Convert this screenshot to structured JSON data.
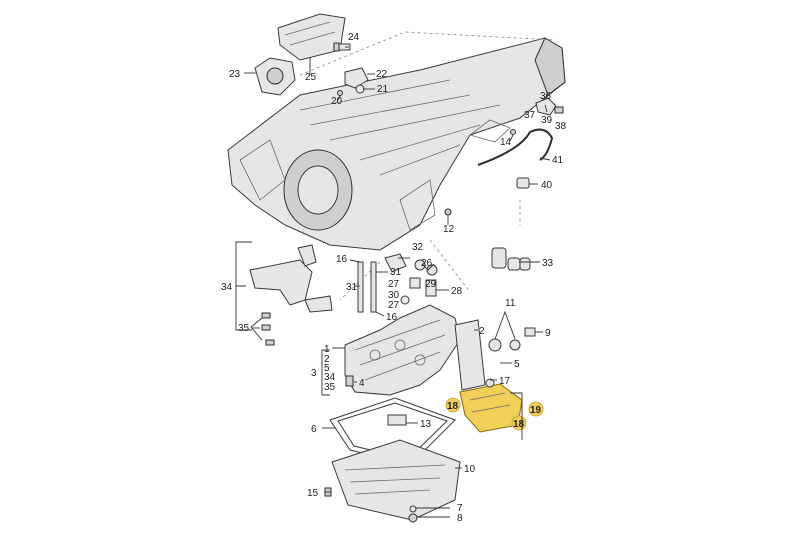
{
  "colors": {
    "highlight": "#f2cf57",
    "part_fill": "#e6e6e6",
    "outline": "#3a3a3a"
  },
  "callouts": {
    "c1": "1",
    "c2": "2",
    "c2b": "2",
    "c3": "3",
    "c4": "4",
    "c5": "5",
    "c5b": "5",
    "c6": "6",
    "c7": "7",
    "c8": "8",
    "c9": "9",
    "c10": "10",
    "c11": "11",
    "c12": "12",
    "c13": "13",
    "c14": "14",
    "c15": "15",
    "c16a": "16",
    "c16b": "16",
    "c17": "17",
    "c18a": "18",
    "c18b": "18",
    "c19": "19",
    "c20": "20",
    "c21": "21",
    "c22": "22",
    "c23": "23",
    "c24": "24",
    "c25": "25",
    "c26": "26",
    "c27a": "27",
    "c27b": "27",
    "c28": "28",
    "c29": "29",
    "c30": "30",
    "c31a": "31",
    "c31b": "31",
    "c32": "32",
    "c33": "33",
    "c34": "34",
    "c34b": "34",
    "c35": "35",
    "c35b": "35",
    "c36": "36",
    "c37": "37",
    "c38": "38",
    "c39": "39",
    "c40": "40",
    "c41": "41"
  }
}
